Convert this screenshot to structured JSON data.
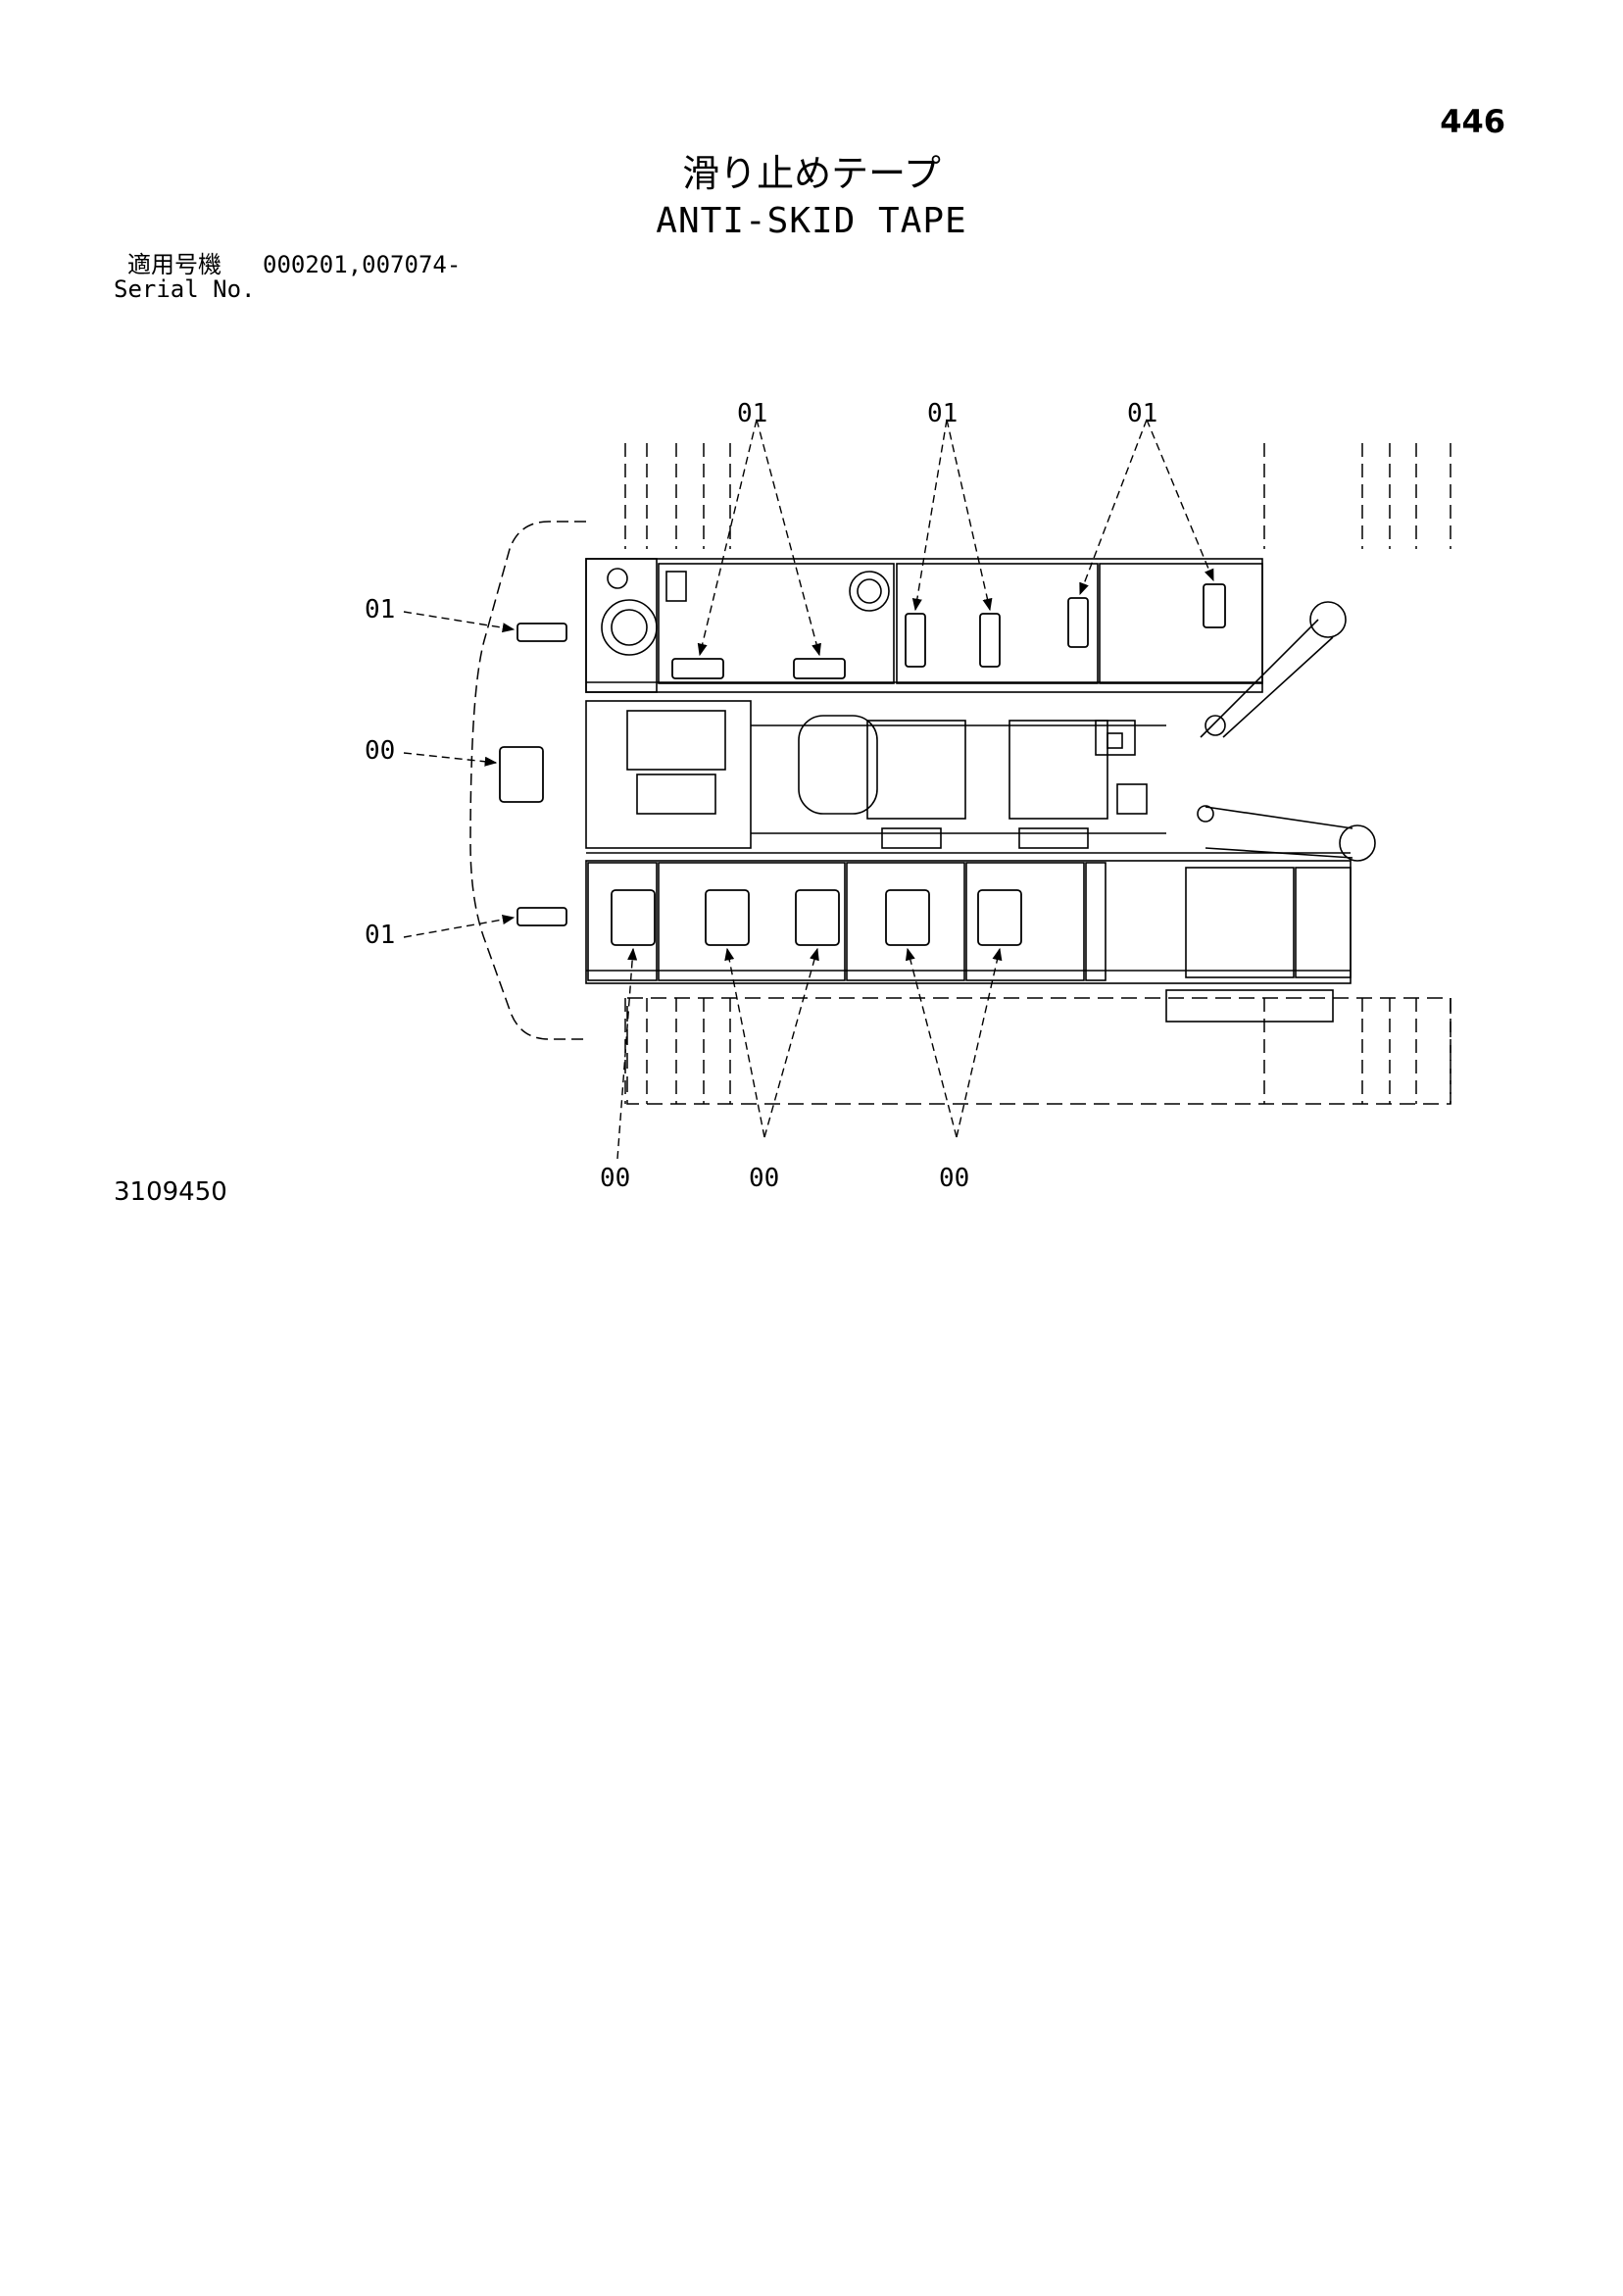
{
  "page": {
    "number": "446"
  },
  "title": {
    "jp": "滑り止めテープ",
    "en": "ANTI-SKID TAPE"
  },
  "serial": {
    "label_jp": "適用号機",
    "numbers": "000201,007074-",
    "label_en": "Serial No."
  },
  "drawing_number": "3109450",
  "callouts": {
    "top_left": "01",
    "top_middle": "01",
    "top_right": "01",
    "left_upper": "01",
    "left_middle": "00",
    "left_lower": "01",
    "bottom_left": "00",
    "bottom_middle": "00",
    "bottom_right": "00"
  }
}
